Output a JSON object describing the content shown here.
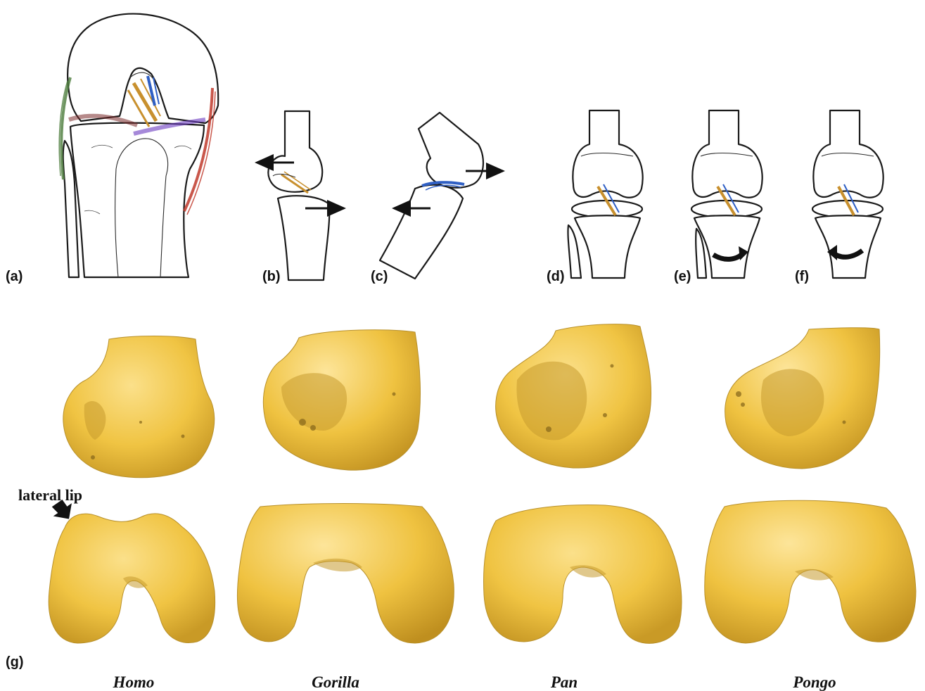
{
  "panels": {
    "a": "(a)",
    "b": "(b)",
    "c": "(c)",
    "d": "(d)",
    "e": "(e)",
    "f": "(f)",
    "g": "(g)"
  },
  "annotation": {
    "lateral_lip": "lateral lip"
  },
  "taxa": [
    "Homo",
    "Gorilla",
    "Pan",
    "Pongo"
  ],
  "colors": {
    "acl_ligament": "#c8902e",
    "pcl_ligament": "#2f5fc4",
    "lateral_collateral": "#c0392b",
    "medial_collateral": "#4a7a3a",
    "lateral_meniscus_band": "#7a2a2a",
    "medial_meniscus_band": "#6a3ac0",
    "bone_surface": "#f2c84b"
  },
  "icons": [
    "arrow-left-icon",
    "arrow-right-icon",
    "rotation-arrow-icon",
    "pointer-arrow-icon"
  ]
}
